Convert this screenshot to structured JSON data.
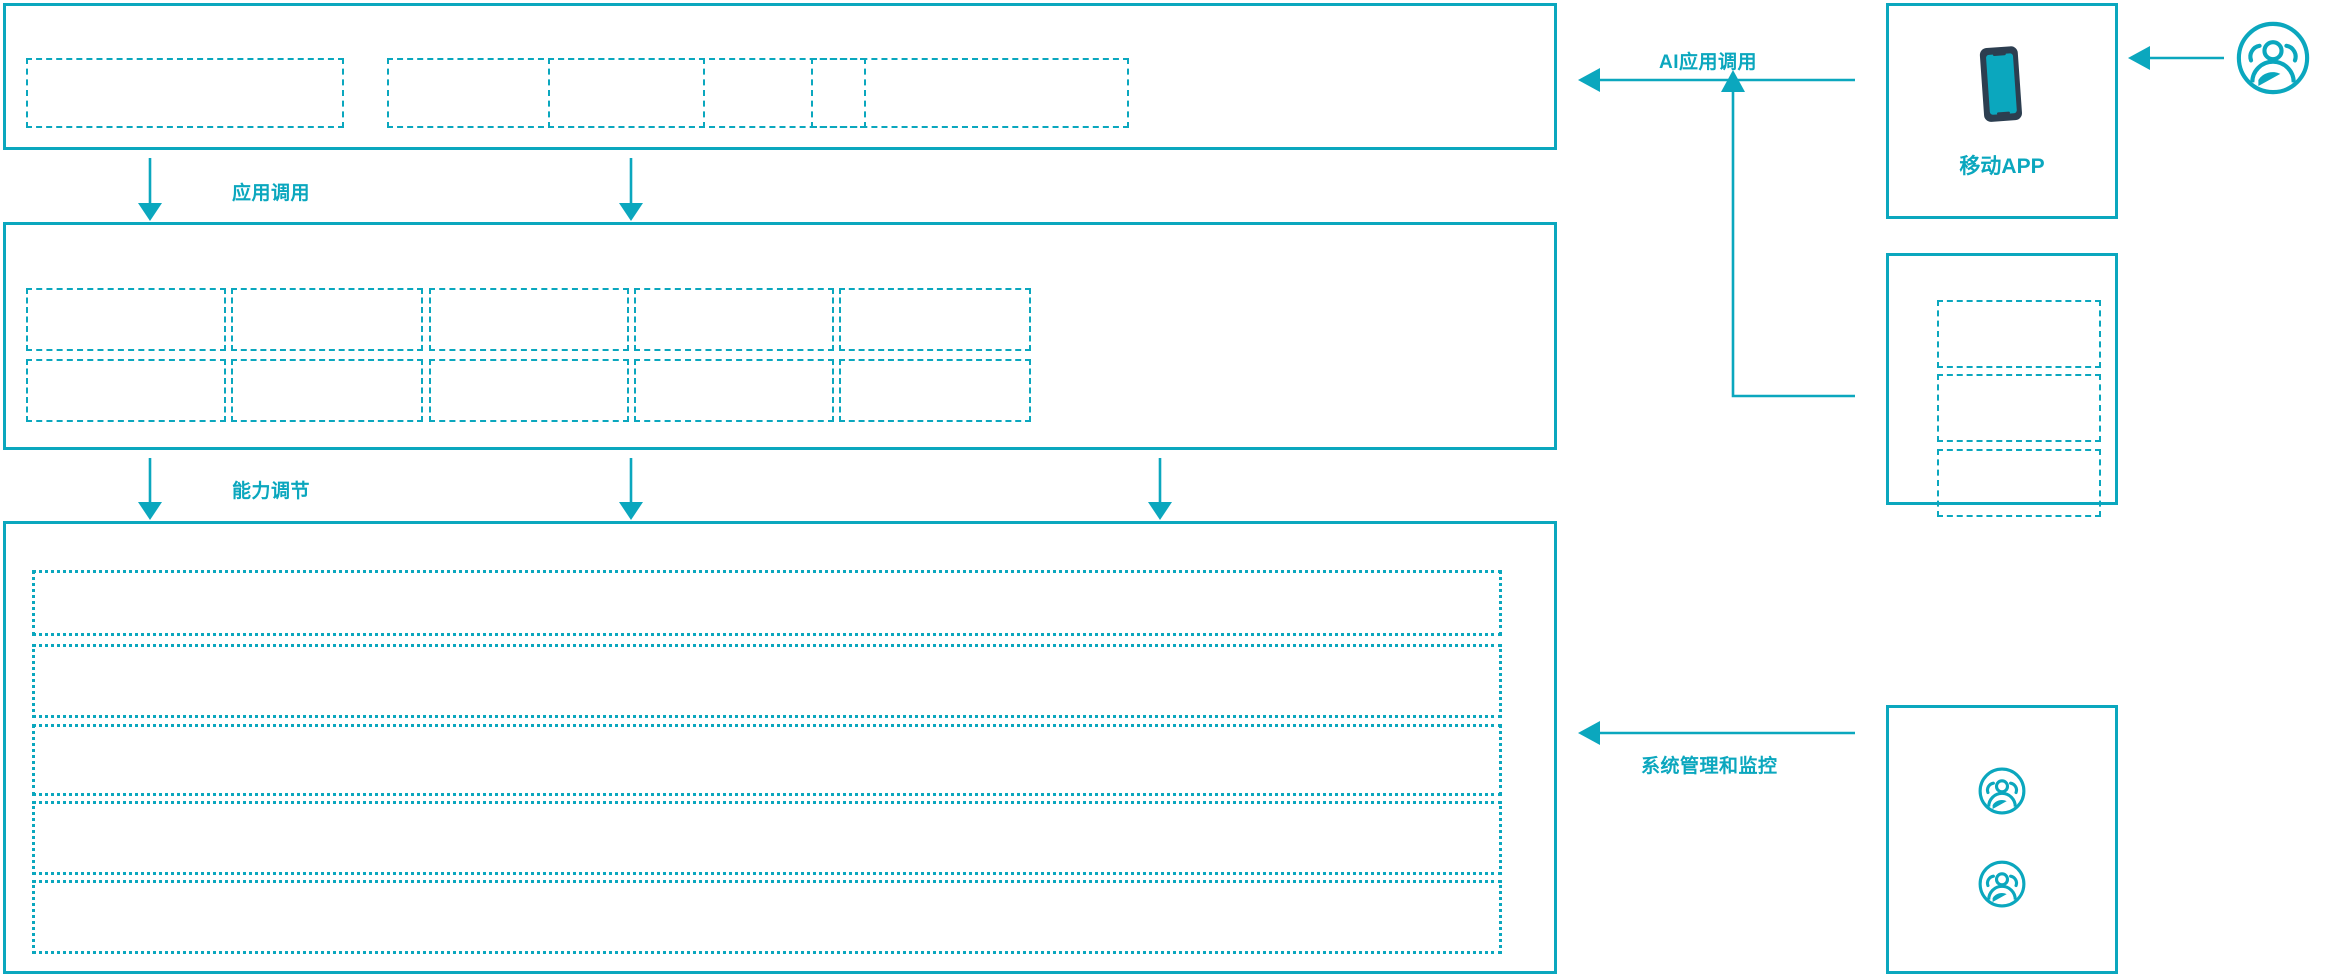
{
  "theme": {
    "accent": "#0ba7be",
    "accent_dark": "#2c3e50",
    "background": "#ffffff"
  },
  "diagram": {
    "type": "layered-architecture",
    "title": "",
    "layers": [
      {
        "id": "application-layer",
        "name": "application-layer",
        "label": "",
        "slot_count": 4,
        "slot_rows": 1,
        "slots": [
          {
            "label": ""
          },
          {
            "label": ""
          },
          {
            "label": ""
          },
          {
            "label": ""
          }
        ]
      },
      {
        "id": "capability-layer",
        "name": "capability-layer",
        "label": "",
        "slot_count": 10,
        "slot_rows": 2,
        "slot_columns": 5,
        "slots": [
          {
            "label": ""
          },
          {
            "label": ""
          },
          {
            "label": ""
          },
          {
            "label": ""
          },
          {
            "label": ""
          },
          {
            "label": ""
          },
          {
            "label": ""
          },
          {
            "label": ""
          },
          {
            "label": ""
          },
          {
            "label": ""
          }
        ]
      },
      {
        "id": "infrastructure-layer",
        "name": "infrastructure-layer",
        "label": "",
        "slot_count": 5,
        "slot_rows": 5,
        "slots": [
          {
            "label": ""
          },
          {
            "label": ""
          },
          {
            "label": ""
          },
          {
            "label": ""
          },
          {
            "label": ""
          }
        ]
      }
    ],
    "connectors": [
      {
        "id": "app-call",
        "label": "应用调用",
        "direction": "down",
        "from": "application-layer",
        "to": "capability-layer",
        "arrow_count": 2
      },
      {
        "id": "capability-tuning",
        "label": "能力调节",
        "direction": "down",
        "from": "capability-layer",
        "to": "infrastructure-layer",
        "arrow_count": 3
      },
      {
        "id": "ai-app-call",
        "label": "AI应用调用",
        "direction": "left",
        "from": "mobile-app",
        "to": "application-layer"
      },
      {
        "id": "system-admin-monitor",
        "label": "系统管理和监控",
        "direction": "left",
        "from": "operators",
        "to": "infrastructure-layer"
      },
      {
        "id": "end-user-to-mobile",
        "label": "",
        "direction": "left",
        "from": "end-users",
        "to": "mobile-app"
      }
    ],
    "actors": [
      {
        "id": "mobile-app",
        "label": "移动APP",
        "icon": "mobile-phone-icon"
      },
      {
        "id": "channel-list",
        "label": "",
        "icon": "",
        "slot_count": 3,
        "slots": [
          {
            "label": ""
          },
          {
            "label": ""
          },
          {
            "label": ""
          }
        ]
      },
      {
        "id": "operators",
        "label": "",
        "icon": "user-group-icon",
        "icon_count": 2
      },
      {
        "id": "end-users",
        "label": "",
        "icon": "user-group-icon",
        "icon_count": 1
      }
    ]
  }
}
